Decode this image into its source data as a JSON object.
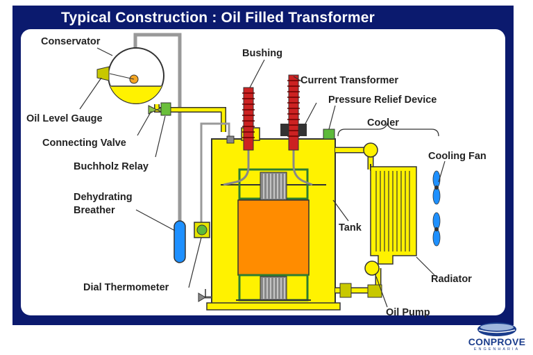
{
  "title": "Typical Construction  : Oil Filled Transformer",
  "labels": {
    "conservator": "Conservator",
    "bushing": "Bushing",
    "current_transformer": "Current Transformer",
    "pressure_relief_device": "Pressure Relief Device",
    "cooler": "Cooler",
    "oil_level_gauge": "Oil Level Gauge",
    "connecting_valve": "Connecting Valve",
    "buchholz_relay": "Buchholz Relay",
    "cooling_fan": "Cooling Fan",
    "dehydrating_breather_line1": "Dehydrating",
    "dehydrating_breather_line2": "Breather",
    "tank": "Tank",
    "radiator": "Radiator",
    "dial_thermometer": "Dial Thermometer",
    "oil_pump": "Oil Pump"
  },
  "logo": {
    "name": "CONPROVE",
    "subtitle": "ENGENHARIA"
  },
  "colors": {
    "slide_background": "#0b1a6e",
    "oil": "#fff200",
    "core": "#ff8c00",
    "bushing": "#cc2222",
    "breather": "#1e90ff",
    "fan": "#1e90ff",
    "logo": "#1a3c8c"
  }
}
